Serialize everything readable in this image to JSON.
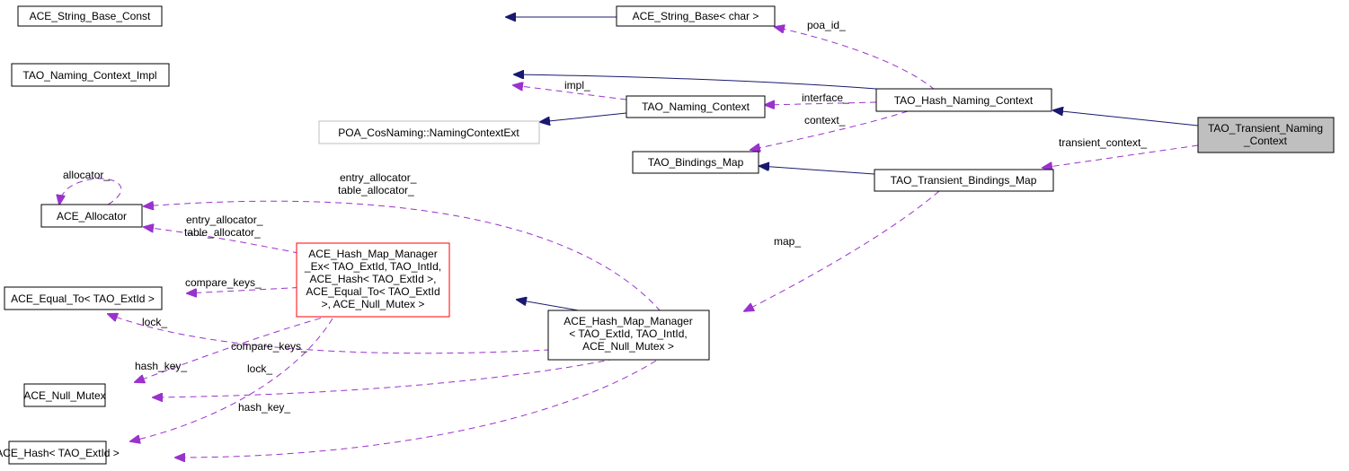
{
  "diagram": {
    "type": "collaboration-graph",
    "colors": {
      "inheritance_edge": "#191970",
      "usage_edge": "#9a32cd",
      "focus_node_fill": "#bfbfbf",
      "truncated_node_border": "#ff0000",
      "external_node_border": "#bfbfbf"
    },
    "nodes": {
      "ace_string_base_const": {
        "label": [
          "ACE_String_Base_Const"
        ]
      },
      "ace_string_base_char": {
        "label": [
          "ACE_String_Base< char >"
        ]
      },
      "tao_naming_context_impl": {
        "label": [
          "TAO_Naming_Context_Impl"
        ]
      },
      "tao_naming_context": {
        "label": [
          "TAO_Naming_Context"
        ]
      },
      "poa_cosnaming": {
        "label": [
          "POA_CosNaming::NamingContextExt"
        ]
      },
      "tao_hash_naming_context": {
        "label": [
          "TAO_Hash_Naming_Context"
        ]
      },
      "tao_transient_naming_context": {
        "label": [
          "TAO_Transient_Naming",
          "_Context"
        ]
      },
      "tao_bindings_map": {
        "label": [
          "TAO_Bindings_Map"
        ]
      },
      "tao_transient_bindings_map": {
        "label": [
          "TAO_Transient_Bindings_Map"
        ]
      },
      "ace_allocator": {
        "label": [
          "ACE_Allocator"
        ]
      },
      "ace_hash_map_manager_ex": {
        "label": [
          "ACE_Hash_Map_Manager",
          "_Ex< TAO_ExtId, TAO_IntId,",
          "ACE_Hash< TAO_ExtId >,",
          "ACE_Equal_To< TAO_ExtId",
          ">, ACE_Null_Mutex >"
        ]
      },
      "ace_equal_to": {
        "label": [
          "ACE_Equal_To< TAO_ExtId >"
        ]
      },
      "ace_hash_map_manager": {
        "label": [
          "ACE_Hash_Map_Manager",
          "< TAO_ExtId, TAO_IntId,",
          "ACE_Null_Mutex >"
        ]
      },
      "ace_null_mutex": {
        "label": [
          "ACE_Null_Mutex"
        ]
      },
      "ace_hash": {
        "label": [
          "ACE_Hash< TAO_ExtId >"
        ]
      }
    },
    "edge_labels": {
      "poa_id": "poa_id_",
      "impl": "impl_",
      "interface": "interface_",
      "context": "context_",
      "transient_context": "transient_context_",
      "allocator": "allocator_",
      "alloc_far_1": "entry_allocator_",
      "alloc_far_2": "table_allocator_",
      "alloc_near_1": "entry_allocator_",
      "alloc_near_2": "table_allocator_",
      "compare_keys_ex": "compare_keys_",
      "lock_ex": "lock_",
      "hash_key_ex": "hash_key_",
      "map": "map_",
      "compare_keys_mgr": "compare_keys_",
      "lock_mgr": "lock_",
      "hash_key_mgr": "hash_key_"
    }
  }
}
